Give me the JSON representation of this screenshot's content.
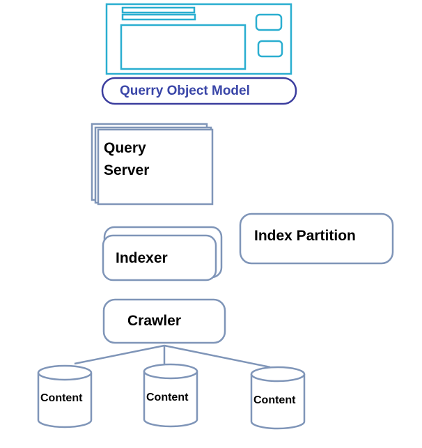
{
  "colors": {
    "node_stroke": "#7f95b8",
    "ui_stroke": "#2aaed0",
    "model_stroke": "#3b3d9e",
    "model_text": "#3a46a8",
    "edge": "#7f95b8"
  },
  "nodes": {
    "query_object_model": "Querry Object Model",
    "query_server_line1": "Query",
    "query_server_line2": "Server",
    "indexer": "Indexer",
    "index_partition": "Index Partition",
    "crawler": "Crawler",
    "content_1": "Content",
    "content_2": "Content",
    "content_3": "Content"
  }
}
